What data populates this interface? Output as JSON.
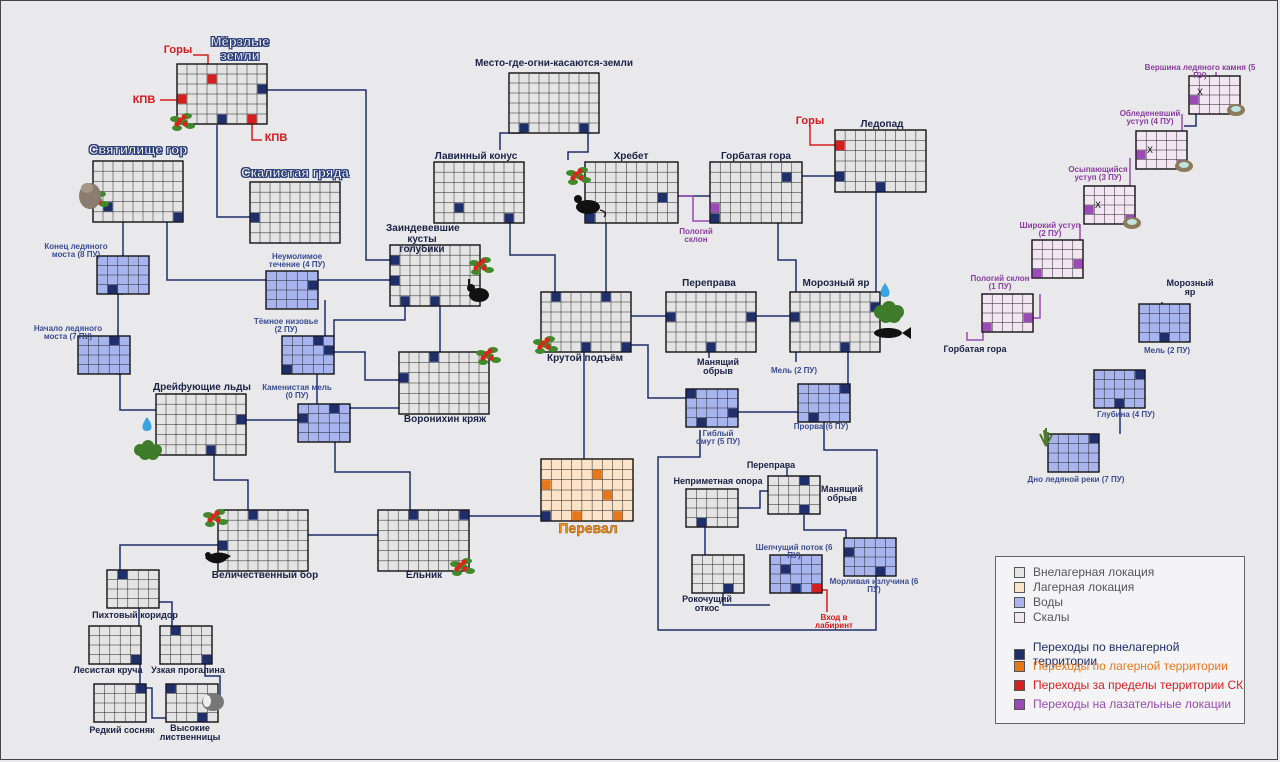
{
  "colors": {
    "node_grey": "#e4e4e4",
    "node_water": "#a8b4ee",
    "node_camp": "#fde3c8",
    "node_cliff": "#f3e6f3",
    "trans_outside": "#1e2f6b",
    "trans_camp": "#e8771a",
    "trans_outer": "#d51f1f",
    "trans_climb": "#9a4bb5",
    "line_blue": "#1e2f6b",
    "line_purple": "#9a4bb5",
    "line_red": "#d51f1f"
  },
  "labels": {
    "merzlye": "Мёрзлые\nземли",
    "gory1": "Горы",
    "kpv1": "КПВ",
    "kpv2": "КПВ",
    "svyat": "Святилище гор",
    "skal_gryada": "Скалистая гряда",
    "mesto": "Место-где-огни-касаются-земли",
    "lavinny": "Лавинный конус",
    "hrebet": "Хребет",
    "gorbataya": "Горбатая гора",
    "pologiy_sklon_p": "Пологий\nсклон",
    "gory2": "Горы",
    "ledopad": "Ледопад",
    "zaindev": "Заиндевевшие\nкусты голубики",
    "konec_mosta": "Конец ледяного\nмоста (8 ПУ)",
    "neumolimoe": "Неумолимое\nтечение (4 ПУ)",
    "temnoe": "Тёмное низовье\n(2 ПУ)",
    "nachalo_mosta": "Начало ледяного\nмоста (7 ПУ)",
    "kamenistaya": "Каменистая мель\n(0 ПУ)",
    "voronikin": "Воронихин кряж",
    "dreif": "Дрейфующие льды",
    "krutoy": "Крутой подъём",
    "pereprava": "Переправа",
    "manyaschiy": "Манящий\nобрыв",
    "morozny": "Морозный яр",
    "mel2": "Мель (2 ПУ)",
    "gybly": "Гиблый\nомут (5 ПУ)",
    "proryv": "Прорва (6 ПУ)",
    "pereval": "Перевал",
    "velichestv": "Величественный бор",
    "elnik": "Ельник",
    "neprim": "Неприметная опора",
    "pereprava_sm": "Переправа",
    "manyaschiy_sm": "Манящий\nобрыв",
    "rokoch": "Рокочущий\nоткос",
    "shepch": "Шепчущий поток (6 ПУ)",
    "morlivaya": "Морливая излучина (6 ПУ)",
    "vhod": "Вход в\nлабиринт",
    "pihtovy": "Пихтовый коридор",
    "lesistaya": "Лесистая круча",
    "uzkaya": "Узкая прогалина",
    "redky": "Редкий сосняк",
    "vysokie": "Высокие\nлиственницы",
    "vershina": "Вершина ледяного камня (5 ПУ)",
    "obledenevshiy": "Обледеневший\nуступ (4 ПУ)",
    "osypayusch": "Осыпающийся\nуступ (3 ПУ)",
    "shirokiy": "Широкий уступ\n(2 ПУ)",
    "pologiy1": "Пологий склон\n(1 ПУ)",
    "gorbataya_sm": "Горбатая гора",
    "morozny_sm": "Морозный яр",
    "mel2_r": "Мель (2 ПУ)",
    "glubina": "Глубина (4 ПУ)",
    "dno": "Дно ледяной реки (7 ПУ)"
  },
  "cliff_marks": [
    "X",
    "X",
    "X"
  ],
  "legend": {
    "items": [
      {
        "label": "Внелагерная локация",
        "color": "#e4e4e4",
        "text_color": "#555555"
      },
      {
        "label": "Лагерная локация",
        "color": "#fde3c8",
        "text_color": "#555555"
      },
      {
        "label": "Воды",
        "color": "#a8b4ee",
        "text_color": "#555555"
      },
      {
        "label": "Скалы",
        "color": "#f3e6f3",
        "text_color": "#555555"
      },
      {
        "label": "Переходы по внелагерной территории",
        "color": "#1e2f6b",
        "text_color": "#1e2f6b"
      },
      {
        "label": "Переходы по лагерной территории",
        "color": "#e8771a",
        "text_color": "#e8771a"
      },
      {
        "label": "Переходы за пределы территории СК",
        "color": "#d51f1f",
        "text_color": "#d51f1f"
      },
      {
        "label": "Переходы на лазательные локации",
        "color": "#9a4bb5",
        "text_color": "#9a4bb5"
      }
    ]
  },
  "icons": {
    "berry": "berry-bush-icon",
    "rabbit": "rabbit-icon",
    "mouse": "mouse-icon",
    "bird": "bird-icon",
    "fish": "fish-icon",
    "water_drop": "water-drop-icon",
    "rock": "rock-icon",
    "bush": "bush-icon",
    "nest": "nest-icon",
    "badger": "badger-icon",
    "grass": "grass-icon"
  }
}
